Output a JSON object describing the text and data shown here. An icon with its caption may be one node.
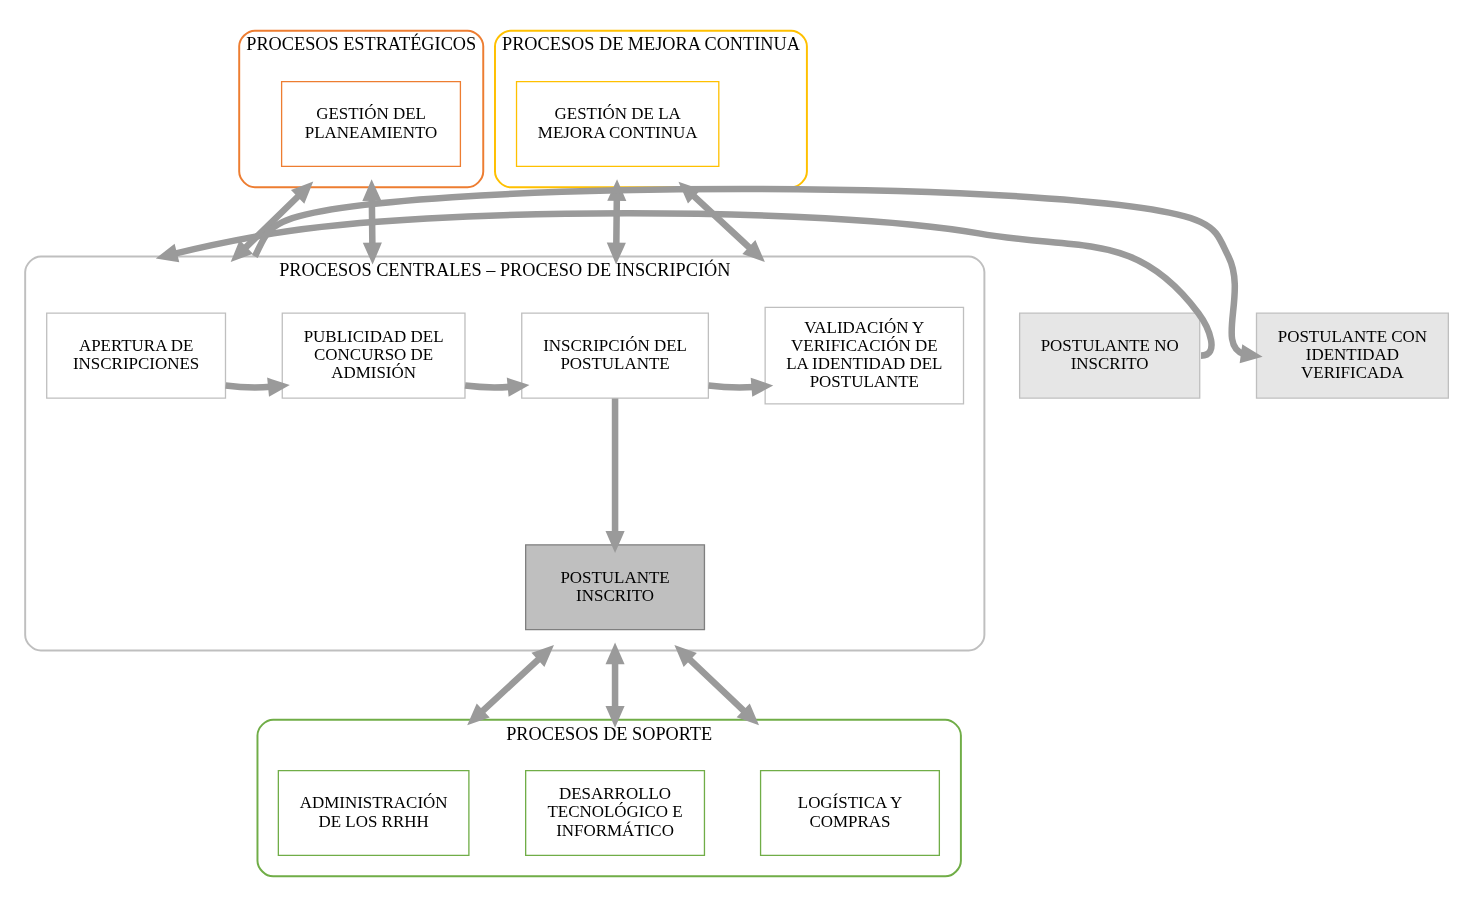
{
  "diagram": {
    "nodes": [
      {
        "text": [
          "PROCESOS ESTRATÉGICOS"
        ]
      },
      {
        "text": [
          "GESTIÓN DEL PLANEAMIENTO"
        ],
        "in": 0
      },
      {
        "text": [
          "PROCESOS DE MEJORA CONTINUA"
        ]
      },
      {
        "text": [
          "GESTIÓN DE LA MEJORA CONTINUA"
        ],
        "in": 2
      },
      {
        "text": [
          "POSTULANTE NO INSCRITO"
        ]
      },
      {
        "text": [
          "PROCESOS CENTRALES – PROCESO DE INSCRIPCIÓN"
        ]
      },
      {
        "text": [
          "APERTURA DE INSCRIPCIONES"
        ],
        "in": 5
      },
      {
        "text": [
          "PUBLICIDAD DEL CONCURSO DE ADMISIÓN"
        ],
        "in": 5
      },
      {
        "text": [
          "INSCRIPCIÓN DEL POSTULANTE"
        ],
        "in": 5
      },
      {
        "text": [
          "VALIDACIÓN Y VERIFICACIÓN DE LA IDENTIDAD DEL POSTULANTE"
        ],
        "in": 5
      },
      {
        "text": [
          "POSTULANTE INSCRITO"
        ],
        "in": 5
      },
      {
        "text": [
          "POSTULANTE CON IDENTIDAD VERIFICADA"
        ]
      },
      {
        "text": [
          "PROCESOS DE SOPORTE"
        ]
      },
      {
        "text": [
          "ADMINISTRACIÓN DE LOS RRHH"
        ],
        "in": 12
      },
      {
        "text": [
          "DESARROLLO TECNOLÓGICO E INFORMÁTICO"
        ],
        "in": 12
      },
      {
        "text": [
          "LOGÍSTICA Y COMPRAS"
        ],
        "in": 12
      }
    ],
    "edges": [
      {
        "from": 0,
        "to": 5,
        "arrow": "both"
      },
      {
        "from": 0,
        "to": 5,
        "arrow": "both"
      },
      {
        "from": 2,
        "to": 5,
        "arrow": "both"
      },
      {
        "from": 2,
        "to": 5,
        "arrow": "both"
      },
      {
        "from": 4,
        "to": 5,
        "arrow": "to"
      },
      {
        "from": 6,
        "to": 7,
        "arrow": "to"
      },
      {
        "from": 7,
        "to": 8,
        "arrow": "to"
      },
      {
        "from": 8,
        "to": 9,
        "arrow": "to"
      },
      {
        "from": 8,
        "to": 10,
        "arrow": "to"
      },
      {
        "from": 5,
        "to": 11,
        "arrow": "to"
      },
      {
        "from": 5,
        "to": 12,
        "arrow": "both"
      },
      {
        "from": 5,
        "to": 12,
        "arrow": "both"
      },
      {
        "from": 5,
        "to": 12,
        "arrow": "both"
      }
    ]
  }
}
